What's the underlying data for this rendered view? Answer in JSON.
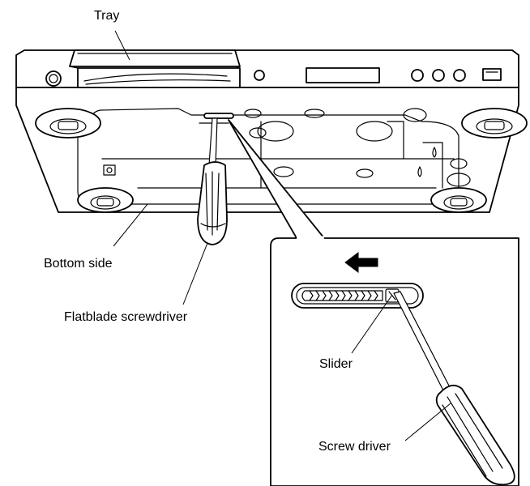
{
  "labels": {
    "tray": "Tray",
    "bottom_side": "Bottom side",
    "flatblade_screwdriver": "Flatblade screwdriver",
    "slider": "Slider",
    "screw_driver": "Screw driver"
  },
  "colors": {
    "line": "#000000",
    "background": "#ffffff"
  }
}
